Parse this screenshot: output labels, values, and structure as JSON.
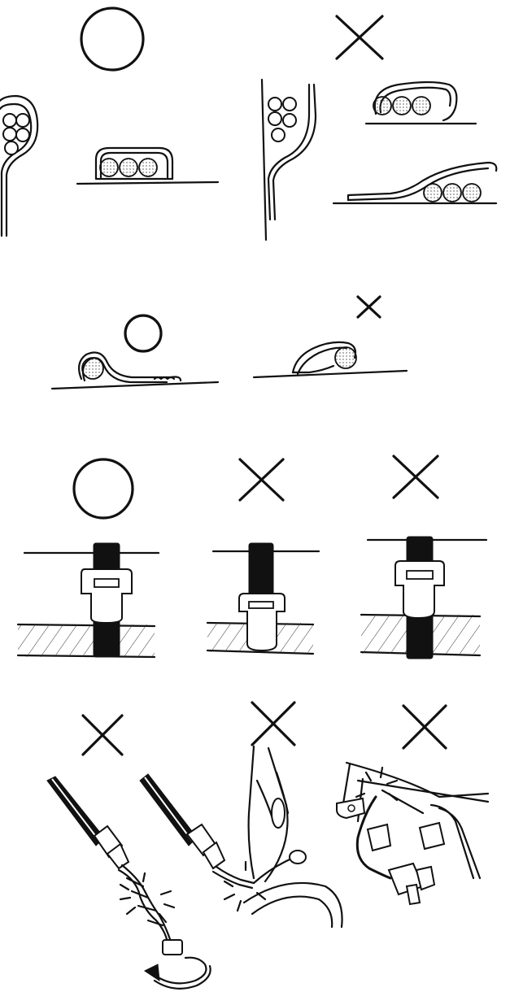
{
  "figure": {
    "background": "#ffffff",
    "ink": "#111111",
    "rows": [
      {
        "id": "row-1",
        "topic": "harness-bundle-clamping",
        "panels": [
          {
            "verdict": "correct",
            "symbol": "circle-mark-icon"
          },
          {
            "verdict": "incorrect",
            "symbol": "cross-mark-icon"
          }
        ]
      },
      {
        "id": "row-2",
        "topic": "single-wire-clip",
        "panels": [
          {
            "verdict": "correct",
            "symbol": "circle-mark-icon"
          },
          {
            "verdict": "incorrect",
            "symbol": "cross-mark-icon"
          }
        ]
      },
      {
        "id": "row-3",
        "topic": "strap-band-position",
        "panels": [
          {
            "verdict": "correct",
            "symbol": "circle-mark-icon"
          },
          {
            "verdict": "incorrect",
            "symbol": "cross-mark-icon"
          },
          {
            "verdict": "incorrect",
            "symbol": "cross-mark-icon"
          }
        ]
      },
      {
        "id": "row-4",
        "topic": "cable-handling",
        "panels": [
          {
            "verdict": "incorrect",
            "symbol": "cross-mark-icon",
            "detail": "twisted-cable-icon"
          },
          {
            "verdict": "incorrect",
            "symbol": "cross-mark-icon",
            "detail": "pliers-pinching-icon"
          },
          {
            "verdict": "incorrect",
            "symbol": "cross-mark-icon",
            "detail": "cable-touching-frame-icon"
          }
        ]
      }
    ]
  }
}
